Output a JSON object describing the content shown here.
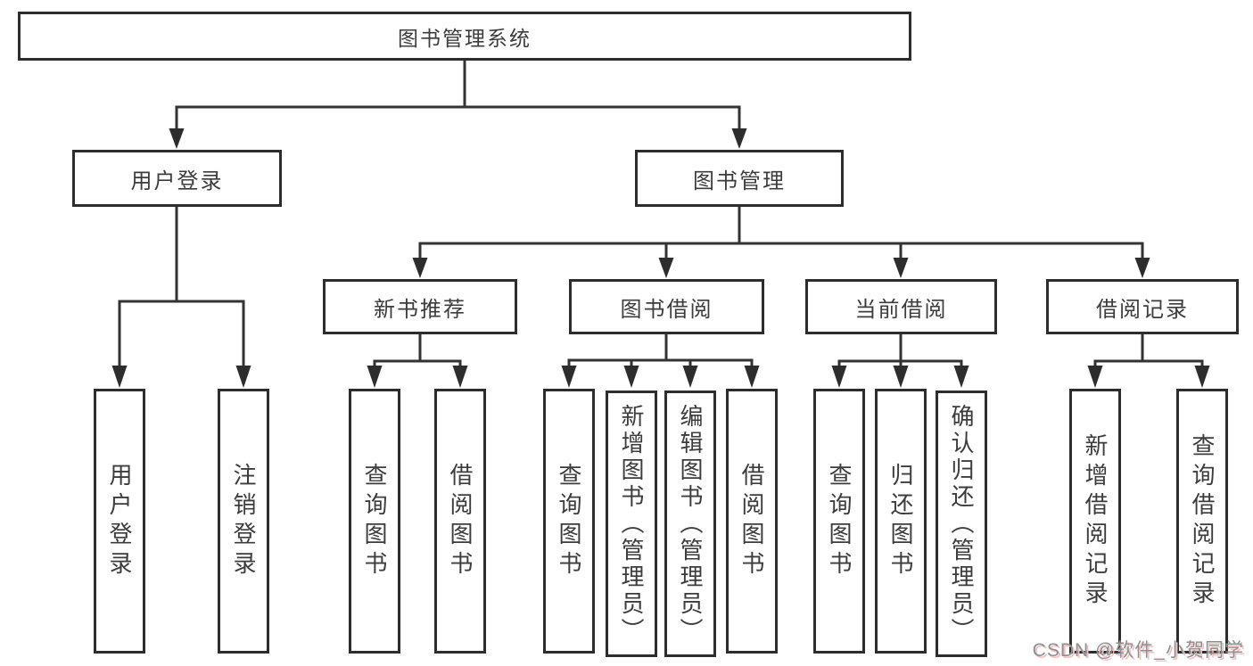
{
  "diagram": {
    "root": "图书管理系统",
    "children": [
      {
        "label": "用户登录",
        "leaves": [
          "用户登录",
          "注销登录"
        ]
      },
      {
        "label": "图书管理",
        "children": [
          {
            "label": "新书推荐",
            "leaves": [
              "查询图书",
              "借阅图书"
            ]
          },
          {
            "label": "图书借阅",
            "leaves": [
              "查询图书",
              "新增图书（管理员）",
              "编辑图书（管理员）",
              "借阅图书"
            ]
          },
          {
            "label": "当前借阅",
            "leaves": [
              "查询图书",
              "归还图书",
              "确认归还（管理员）"
            ]
          },
          {
            "label": "借阅记录",
            "leaves": [
              "新增借阅记录",
              "查询借阅记录"
            ]
          }
        ]
      }
    ]
  },
  "watermark": {
    "text": "CSDN @软件_小贺同学"
  },
  "colors": {
    "line": "#333333",
    "box_border": "#2d2d2d",
    "text": "#3c3c3c",
    "background": "#ffffff",
    "watermark_text": "#8f8f8f",
    "watermark_shadow": "#f3c0c0"
  }
}
